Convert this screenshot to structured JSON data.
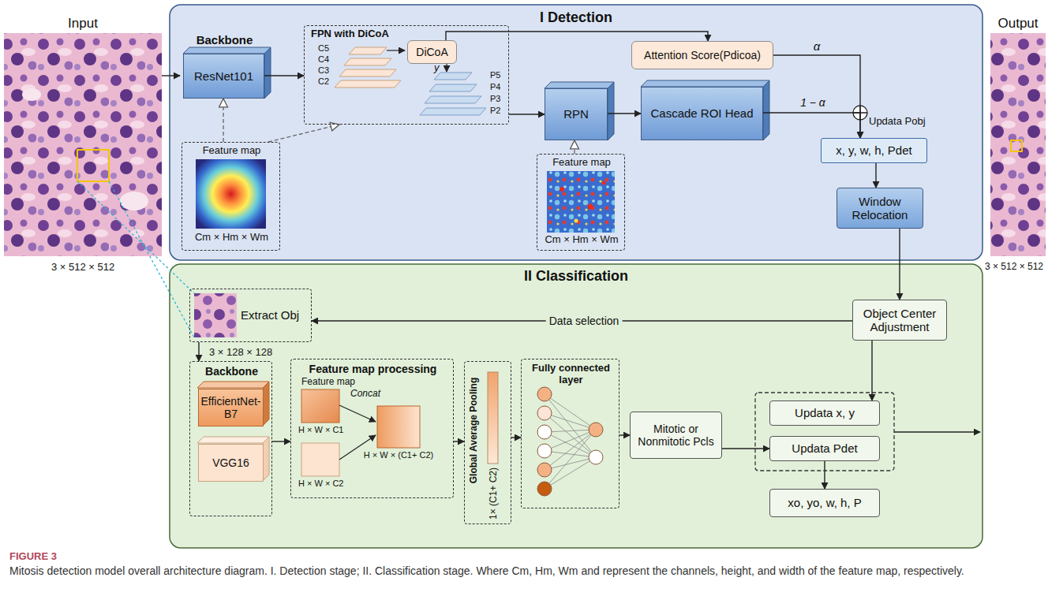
{
  "diagram": {
    "caption": "Mitosis detection model overall architecture diagram. I. Detection stage; II. Classification stage. Where Cm, Hm, Wm and represent the channels, height, and width of the feature map, respectively.",
    "nodes": [
      {
        "text": [
          "I Detection"
        ]
      },
      {
        "text": [
          "II Classification"
        ]
      },
      {
        "text": [
          "Backbone",
          "ResNet101"
        ],
        "in": 0
      },
      {
        "text": [
          "FPN with DiCoA"
        ],
        "in": 0
      },
      {
        "text": [
          "DiCoA"
        ],
        "in": 3
      },
      {
        "text": [
          "Feature map",
          "Cm × Hm × Wm"
        ],
        "in": 0
      },
      {
        "text": [
          "RPN"
        ],
        "in": 0
      },
      {
        "text": [
          "Cascade ROI Head"
        ],
        "in": 0
      },
      {
        "text": [
          "Attention Score(Pdicoa)"
        ],
        "in": 0
      },
      {
        "text": [
          "x, y, w, h, Pdet"
        ],
        "in": 0
      },
      {
        "text": [
          "Feature map",
          "Cm × Hm × Wm"
        ],
        "in": 0
      },
      {
        "text": [
          "Window Relocation"
        ],
        "in": 0
      },
      {
        "text": [
          "Extract Obj",
          "3 × 128 × 128"
        ],
        "in": 1
      },
      {
        "text": [
          "Object Center Adjustment"
        ],
        "in": 1
      },
      {
        "text": [
          "Backbone"
        ],
        "in": 1
      },
      {
        "text": [
          "EfficientNet-B7"
        ],
        "in": 14
      },
      {
        "text": [
          "VGG16"
        ],
        "in": 14
      },
      {
        "text": [
          "Feature map processing"
        ],
        "in": 1
      },
      {
        "text": [
          "Global Average Pooling",
          "1× (C1+ C2)"
        ],
        "in": 1
      },
      {
        "text": [
          "Fully connected layer"
        ],
        "in": 1
      },
      {
        "text": [
          "Mitotic or Nonmitotic Pcls"
        ],
        "in": 1
      },
      {
        "text": [
          "Updata x, y"
        ],
        "in": 1
      },
      {
        "text": [
          "Updata Pdet"
        ],
        "in": 1
      },
      {
        "text": [
          "xo, yo, w, h, P"
        ],
        "in": 1
      }
    ],
    "edges": [
      {
        "from": 2,
        "to": 3,
        "arrow": "to"
      },
      {
        "from": 4,
        "to": 8,
        "arrow": "to"
      },
      {
        "from": 3,
        "to": 6,
        "arrow": "to"
      },
      {
        "from": 6,
        "to": 7,
        "arrow": "to"
      },
      {
        "from": 8,
        "to": 9,
        "label": "α",
        "arrow": "to"
      },
      {
        "from": 7,
        "to": 9,
        "label": "1 − α",
        "arrow": "to"
      },
      {
        "from": 9,
        "to": 11,
        "arrow": "to"
      },
      {
        "from": 11,
        "to": 13,
        "arrow": "to"
      },
      {
        "from": 13,
        "to": 12,
        "label": "Data selection",
        "arrow": "to"
      },
      {
        "from": 12,
        "to": 14,
        "arrow": "to"
      },
      {
        "from": 14,
        "to": 17,
        "arrow": "to"
      },
      {
        "from": 17,
        "to": 18,
        "arrow": "to"
      },
      {
        "from": 18,
        "to": 19,
        "arrow": "to"
      },
      {
        "from": 19,
        "to": 20,
        "arrow": "to"
      },
      {
        "from": 20,
        "to": 22,
        "arrow": "to"
      },
      {
        "from": 13,
        "to": 21,
        "arrow": "to"
      },
      {
        "from": 22,
        "to": 23,
        "arrow": "to"
      },
      {
        "from": 5,
        "to": 2,
        "arrow": "to"
      },
      {
        "from": 5,
        "to": 3,
        "arrow": "to"
      },
      {
        "from": 10,
        "to": 6,
        "arrow": "to"
      }
    ],
    "labels": [
      "Input",
      "3 × 512 × 512",
      "Output",
      "3 × 512 × 512",
      "C5",
      "C4",
      "C3",
      "C2",
      "y",
      "P5",
      "P4",
      "P3",
      "P2",
      "Updata Pobj",
      "Feature map",
      "Concat",
      "H × W × C1",
      "H × W × C2",
      "H × W × (C1+ C2)",
      "FIGURE 3"
    ]
  }
}
